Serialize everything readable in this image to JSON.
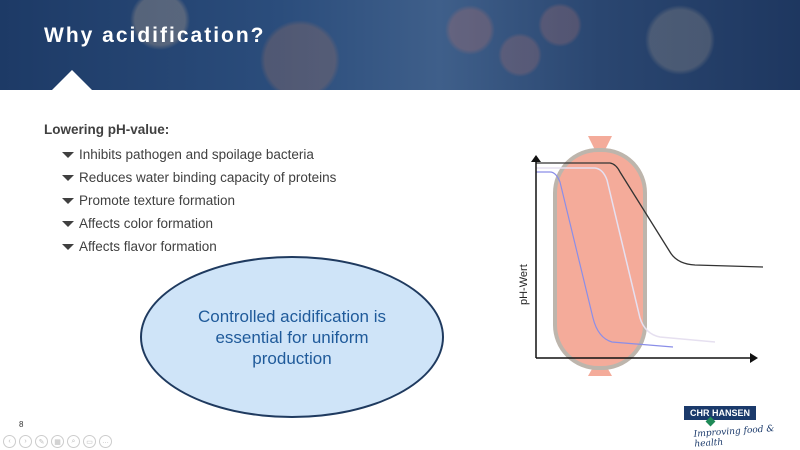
{
  "slide": {
    "title": "Why acidification?",
    "heading": "Lowering pH-value:",
    "bullets": [
      "Inhibits pathogen and spoilage bacteria",
      "Reduces water binding capacity of proteins",
      "Promote texture formation",
      "Affects color formation",
      "Affects flavor formation"
    ],
    "callout": "Controlled acidification is essential for uniform production",
    "page_number": "8"
  },
  "diagram": {
    "ylabel": "pH-Wert",
    "colors": {
      "sausage": "#f4ab9a",
      "casing": "#bdb5ac",
      "black_curve": "#333333",
      "light_curve": "#e6e0f0",
      "blue_curve": "#8a8ee8"
    }
  },
  "logo": {
    "brand": "CHR HANSEN",
    "tagline": "Improving food & health"
  },
  "viewer_nav": [
    "previous",
    "next",
    "pen",
    "slides",
    "zoom",
    "subtitles",
    "more"
  ]
}
